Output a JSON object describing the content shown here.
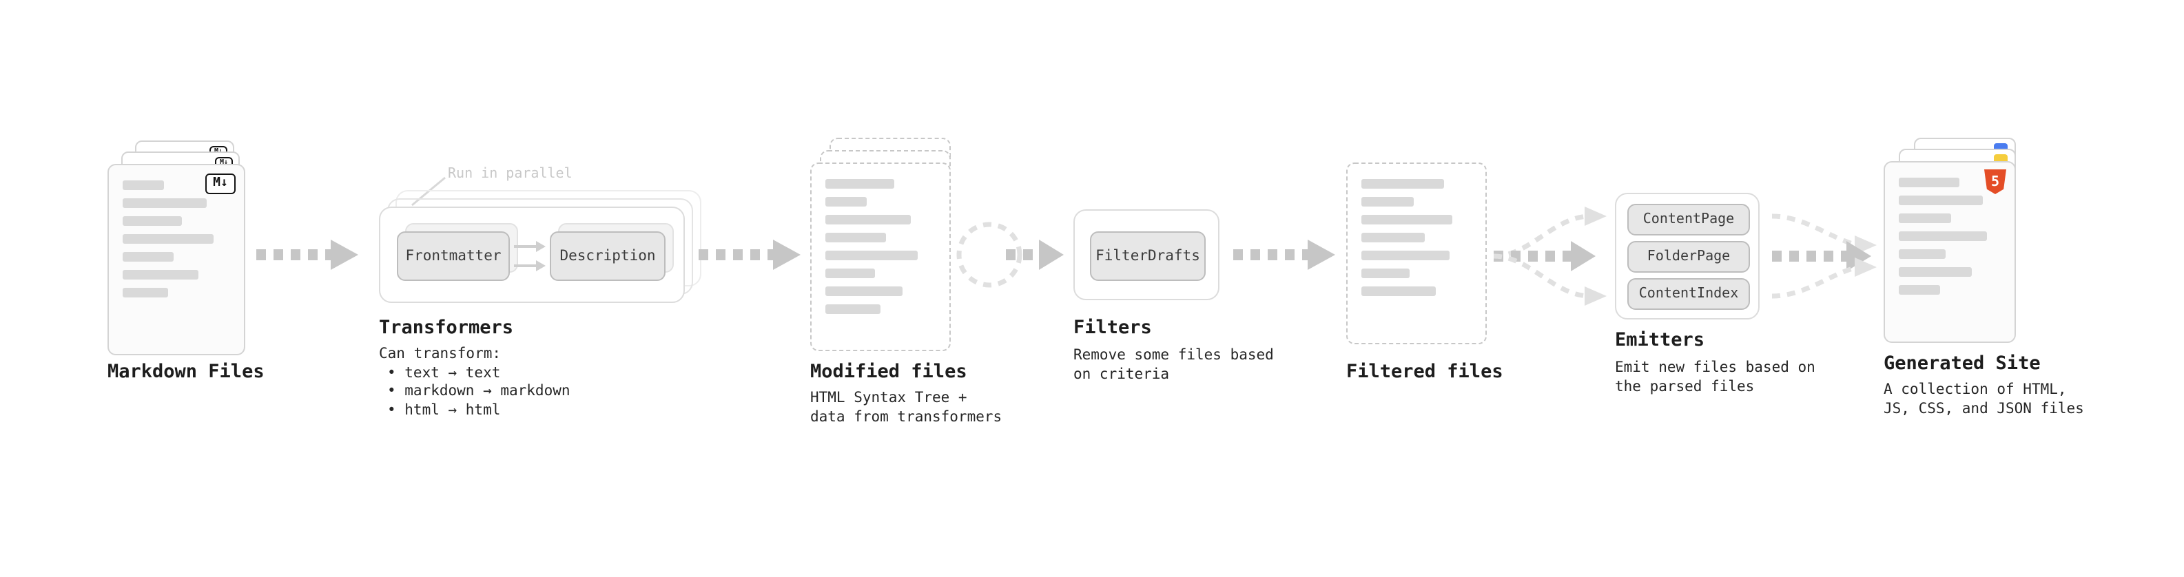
{
  "diagram": {
    "markdown_files": {
      "title": "Markdown Files",
      "badge": "M↓",
      "badge_small": "M↓"
    },
    "transformers": {
      "title": "Transformers",
      "parallel_label": "Run in parallel",
      "box1": "Frontmatter",
      "box2": "Description",
      "caption": [
        "Can transform:",
        "• text → text",
        "• markdown → markdown",
        "• html → html"
      ]
    },
    "modified_files": {
      "title": "Modified files",
      "caption": [
        "HTML Syntax Tree +",
        "data from transformers"
      ]
    },
    "filters": {
      "title": "Filters",
      "box1": "FilterDrafts",
      "caption": [
        "Remove some files based",
        "on criteria"
      ]
    },
    "filtered_files": {
      "title": "Filtered files"
    },
    "emitters": {
      "title": "Emitters",
      "box1": "ContentPage",
      "box2": "FolderPage",
      "box3": "ContentIndex",
      "caption": [
        "Emit new files based on",
        "the parsed files"
      ]
    },
    "generated_site": {
      "title": "Generated Site",
      "badge": "5",
      "caption": [
        "A collection of HTML,",
        "JS, CSS, and JSON files"
      ]
    }
  },
  "colors": {
    "arrow_main": "#c6c6c6",
    "arrow_light": "#e0e0e0",
    "html5_orange": "#e44d26",
    "css_blue": "#4a7cf0",
    "js_yellow": "#f5cd3d"
  }
}
